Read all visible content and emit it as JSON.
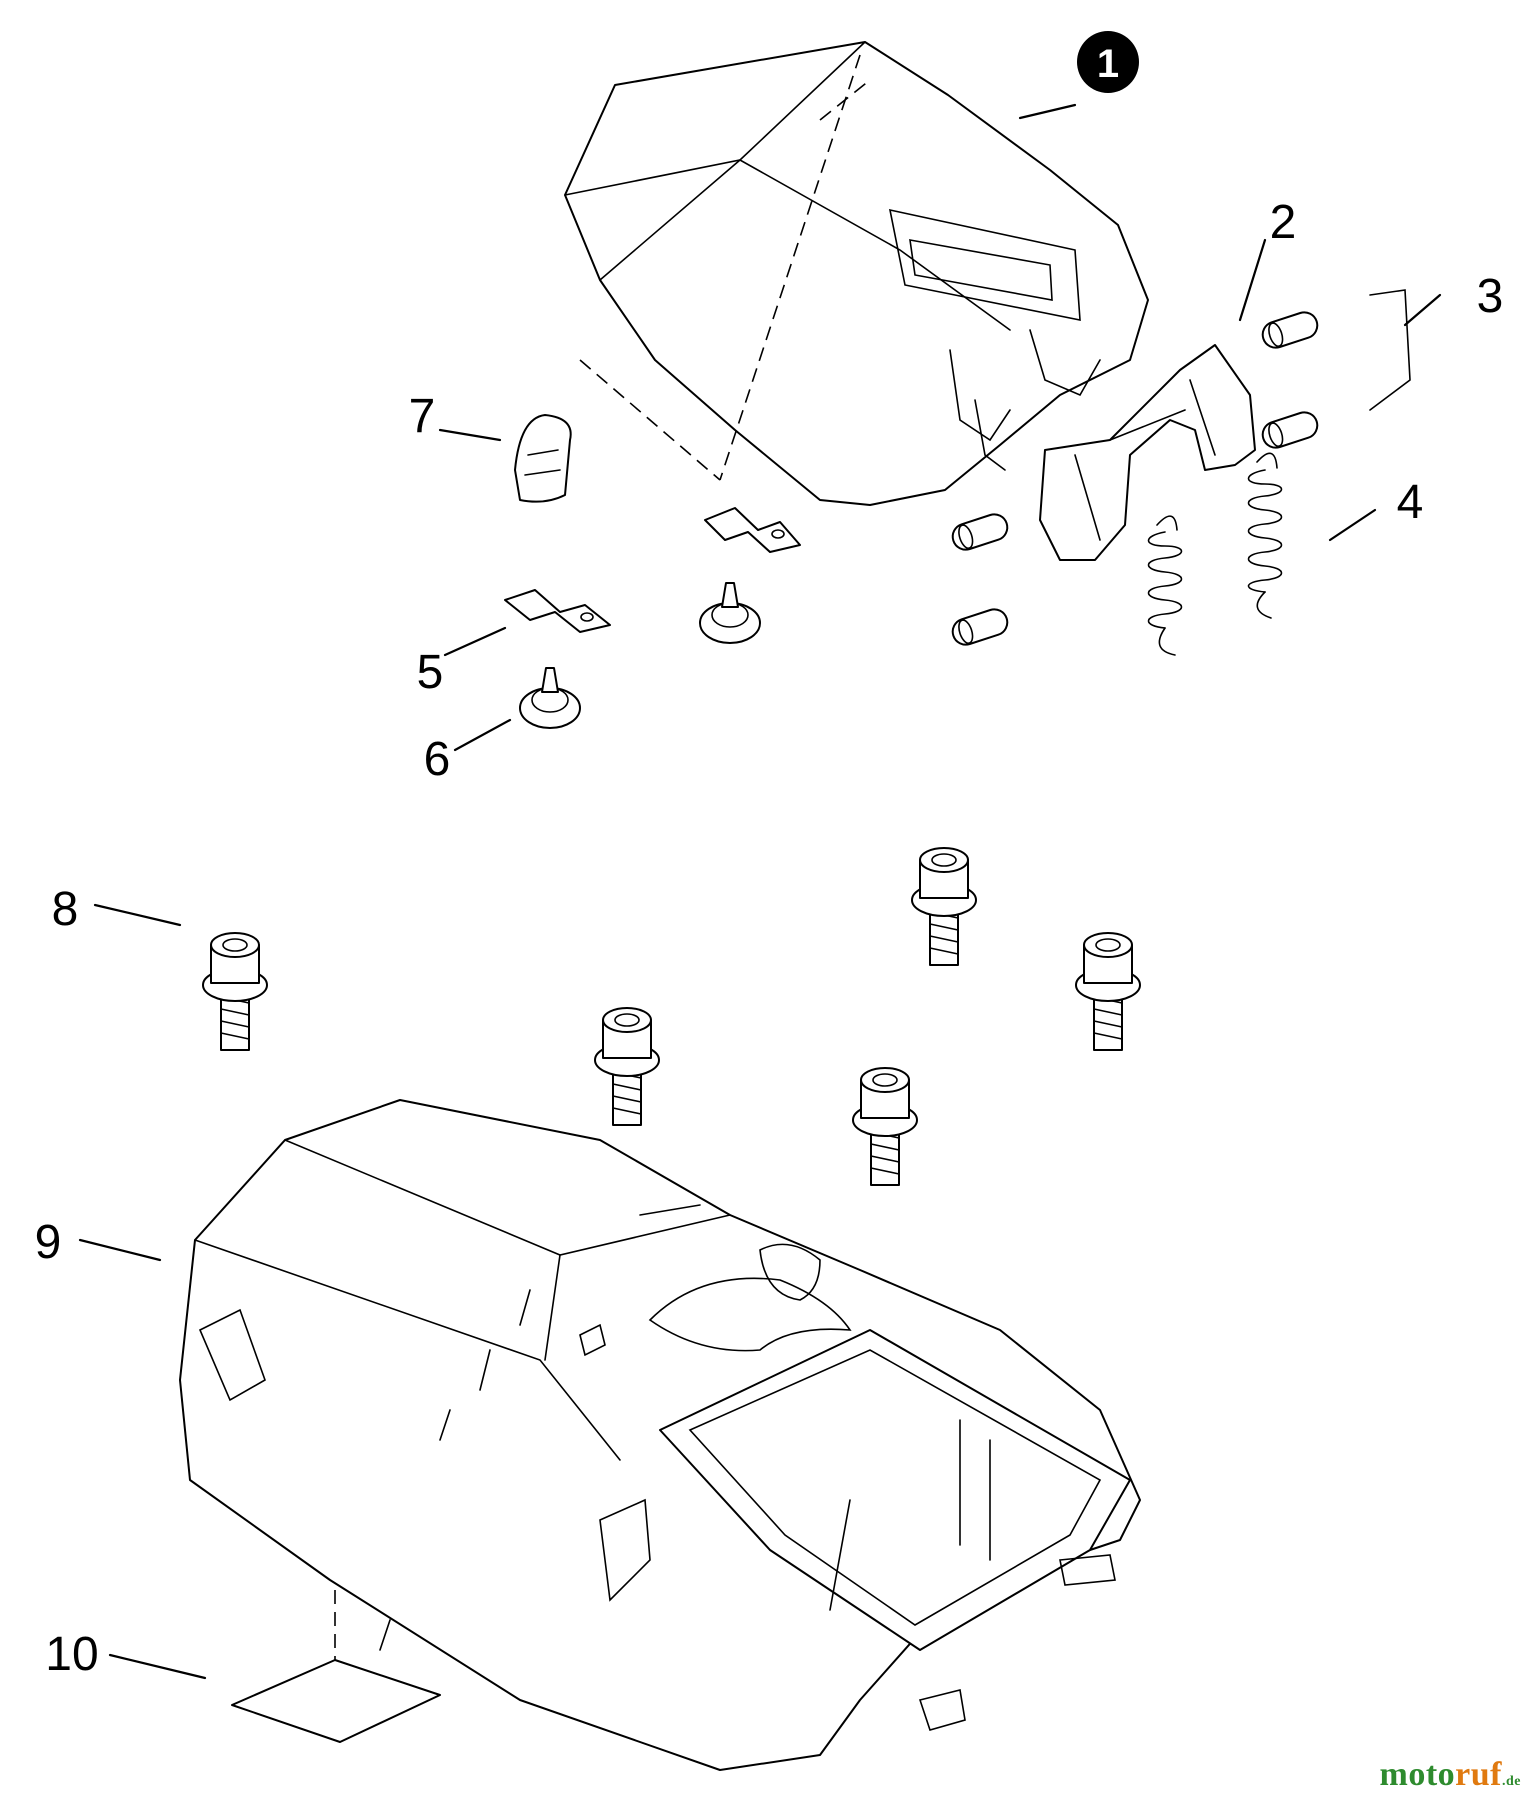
{
  "callouts": {
    "c1": "1",
    "c2": "2",
    "c3": "3",
    "c4": "4",
    "c5": "5",
    "c6": "6",
    "c7": "7",
    "c8": "8",
    "c9": "9",
    "c10": "10"
  },
  "watermark": {
    "part_a": "moto",
    "part_b": "ruf",
    "tld": ".de"
  },
  "colors": {
    "line": "#000000",
    "background": "#ffffff",
    "watermark_green": "#2e8b2e",
    "watermark_orange": "#e07a10"
  }
}
